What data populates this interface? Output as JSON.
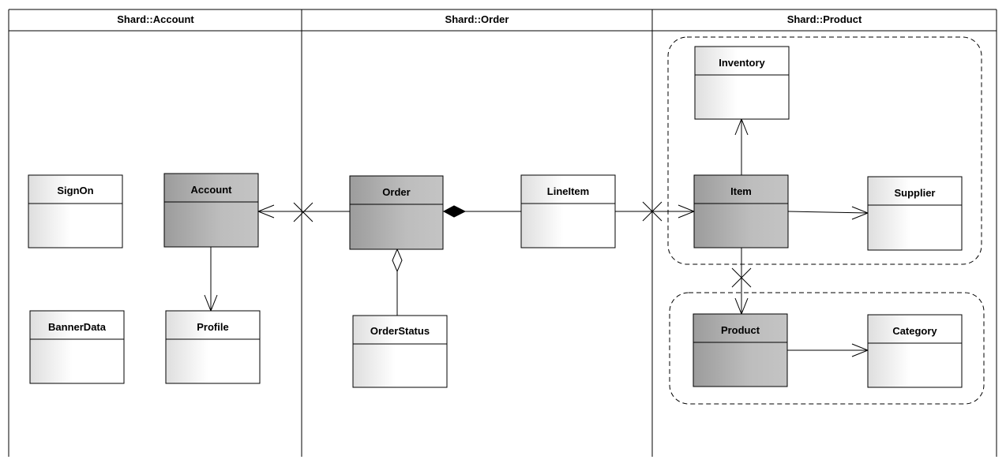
{
  "lanes": [
    {
      "title": "Shard::Account"
    },
    {
      "title": "Shard::Order"
    },
    {
      "title": "Shard::Product"
    }
  ],
  "classes": {
    "signon": {
      "name": "SignOn",
      "style": "light"
    },
    "account": {
      "name": "Account",
      "style": "dark"
    },
    "bannerdata": {
      "name": "BannerData",
      "style": "light"
    },
    "profile": {
      "name": "Profile",
      "style": "light"
    },
    "order": {
      "name": "Order",
      "style": "dark"
    },
    "lineitem": {
      "name": "LineItem",
      "style": "light"
    },
    "orderstatus": {
      "name": "OrderStatus",
      "style": "light"
    },
    "inventory": {
      "name": "Inventory",
      "style": "light"
    },
    "item": {
      "name": "Item",
      "style": "dark"
    },
    "supplier": {
      "name": "Supplier",
      "style": "light"
    },
    "product": {
      "name": "Product",
      "style": "dark"
    },
    "category": {
      "name": "Category",
      "style": "light"
    }
  },
  "relations": [
    {
      "from": "Order",
      "to": "Account",
      "type": "association-navigable",
      "crossing_lane_boundary": true
    },
    {
      "from": "Account",
      "to": "Profile",
      "type": "association-navigable"
    },
    {
      "from": "Order",
      "to": "LineItem",
      "type": "composition"
    },
    {
      "from": "Order",
      "to": "OrderStatus",
      "type": "aggregation"
    },
    {
      "from": "LineItem",
      "to": "Item",
      "type": "association-navigable",
      "crossing_lane_boundary": true
    },
    {
      "from": "Item",
      "to": "Inventory",
      "type": "association-navigable"
    },
    {
      "from": "Item",
      "to": "Supplier",
      "type": "association-navigable"
    },
    {
      "from": "Item",
      "to": "Product",
      "type": "association-navigable",
      "crossing_group_boundary": true
    },
    {
      "from": "Product",
      "to": "Category",
      "type": "association-navigable"
    }
  ],
  "colors": {
    "dark_fill_start": "#9a9a9a",
    "dark_fill_end": "#c6c6c6",
    "light_fill_start": "#ffffff",
    "light_fill_end": "#e2e2e2",
    "stroke": "#000000"
  }
}
